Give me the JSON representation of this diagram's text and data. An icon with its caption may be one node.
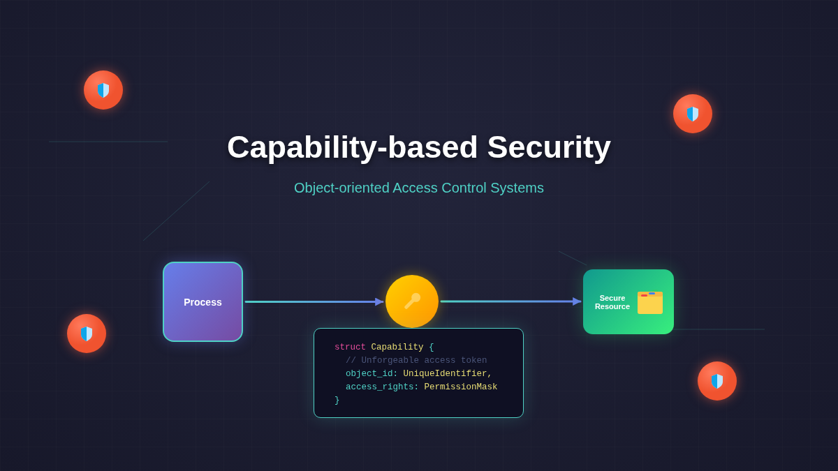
{
  "diagram": {
    "title": "Capability-based Security",
    "caption": "Object-oriented Access Control Systems",
    "nodes": [
      {
        "text": [
          "Process"
        ]
      },
      {
        "text": [],
        "shape": "circle"
      },
      {
        "text": [
          "struct Capability {",
          "// Unforgeable access token",
          "object_id: UniqueIdentifier,",
          "access_rights: PermissionMask",
          "}"
        ]
      },
      {
        "text": [
          "Secure Resource"
        ]
      }
    ],
    "edges": [
      {
        "from": 0,
        "to": 1,
        "arrow": "to"
      },
      {
        "from": 1,
        "to": 3,
        "arrow": "to"
      }
    ]
  }
}
